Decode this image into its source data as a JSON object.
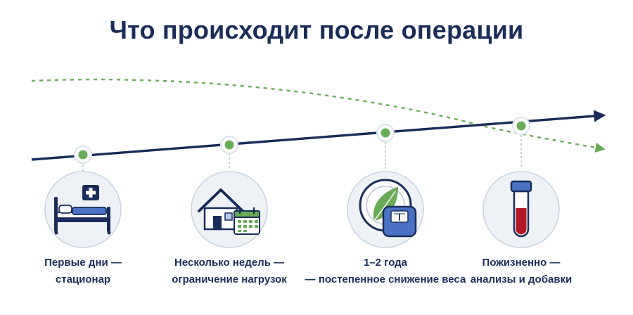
{
  "title": "Что происходит после операции",
  "colors": {
    "navy": "#1a2d5a",
    "green": "#6aab57",
    "circle_bg": "#eef2f7",
    "circle_border": "#c8d2df",
    "icon_blue": "#4a72c4",
    "icon_light": "#b7c8e6",
    "blood": "#b0182a"
  },
  "stages": [
    {
      "icon": "hospital-bed-icon",
      "line1": "Первые дни —",
      "line2": "стационар"
    },
    {
      "icon": "house-calendar-icon",
      "line1": "Несколько недель —",
      "line2": "ограничение нагрузок"
    },
    {
      "icon": "plate-scale-icon",
      "line1": "1–2 года",
      "line2": "— постепенное снижение веса"
    },
    {
      "icon": "test-tube-icon",
      "line1": "Пожизненно —",
      "line2": "анализы и добавки"
    }
  ]
}
